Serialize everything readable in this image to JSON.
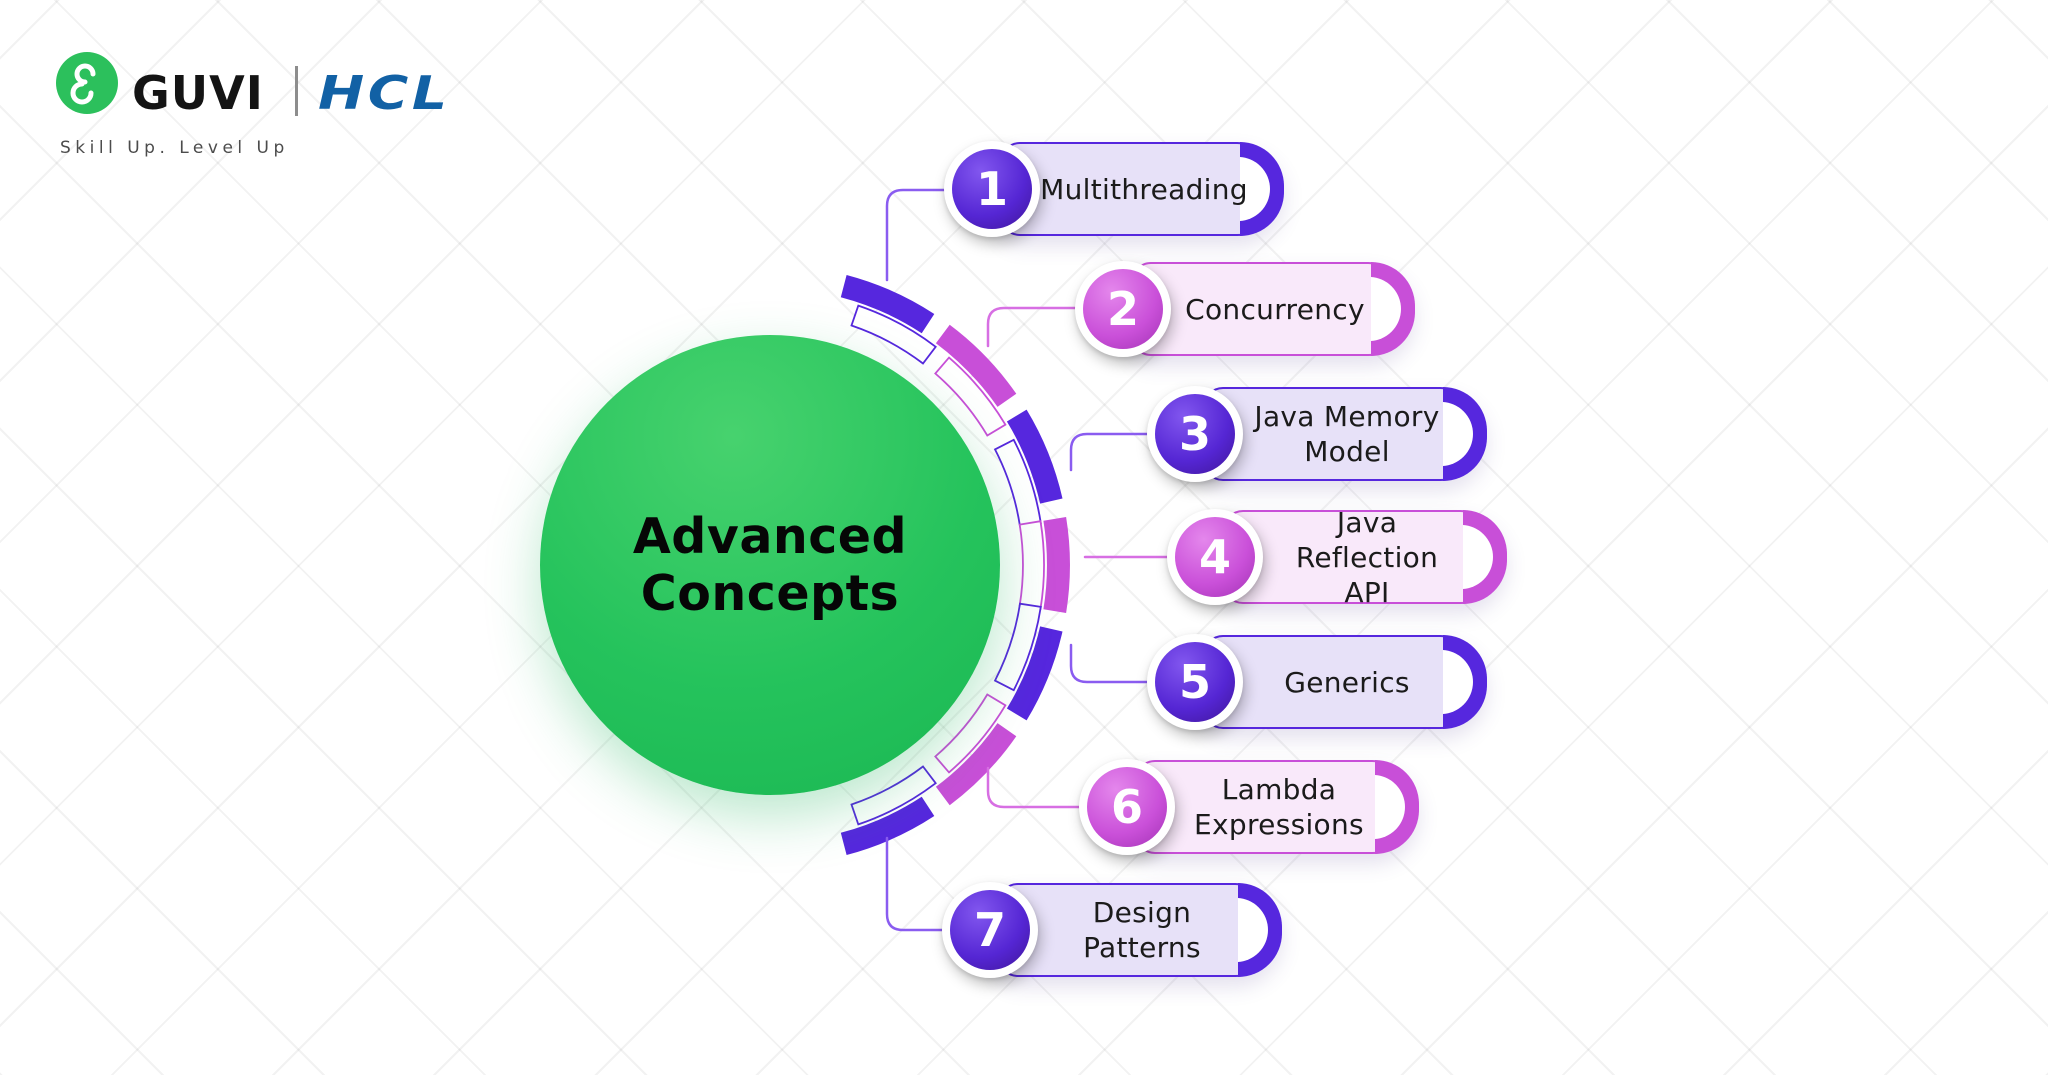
{
  "brand": {
    "guvi": "GUVI",
    "guvi_glyph": "g-monogram",
    "hcl": "HCL",
    "tagline": "Skill Up. Level Up",
    "logo_green": "#2CC05C",
    "hcl_blue": "#1261A5"
  },
  "center": {
    "title": "Advanced\nConcepts",
    "bg_green": "#25C35C"
  },
  "items": [
    {
      "num": "1",
      "label": "Multithreading",
      "theme": "purple"
    },
    {
      "num": "2",
      "label": "Concurrency",
      "theme": "pink"
    },
    {
      "num": "3",
      "label": "Java Memory\nModel",
      "theme": "purple"
    },
    {
      "num": "4",
      "label": "Java Reflection\nAPI",
      "theme": "pink"
    },
    {
      "num": "5",
      "label": "Generics",
      "theme": "purple"
    },
    {
      "num": "6",
      "label": "Lambda\nExpressions",
      "theme": "pink"
    },
    {
      "num": "7",
      "label": "Design Patterns",
      "theme": "purple"
    }
  ],
  "colors": {
    "purple": {
      "deep": "#5627DE",
      "light": "#E7E1F8",
      "grad": [
        "#8257EF",
        "#5526D4",
        "#3F1597"
      ],
      "connector": "#8A5CF0"
    },
    "pink": {
      "deep": "#C84FD8",
      "light": "#F9E9FA",
      "grad": [
        "#E487EC",
        "#CA50D9",
        "#A232B4"
      ],
      "connector": "#D76FE3"
    }
  }
}
